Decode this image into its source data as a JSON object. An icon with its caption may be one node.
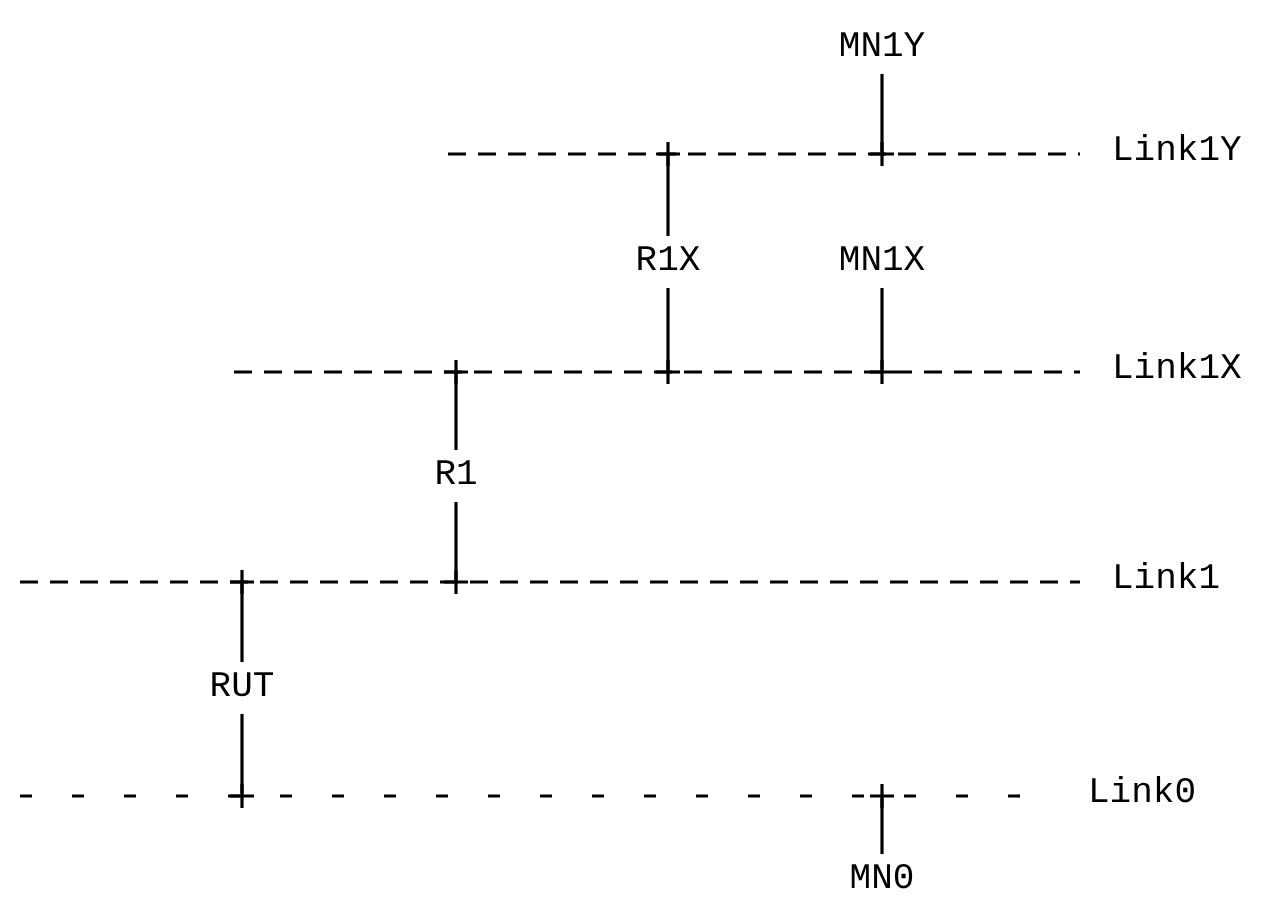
{
  "diagram": {
    "nodes": [
      {
        "text": [
          "MN1Y"
        ]
      },
      {
        "text": [
          "Link1Y"
        ]
      },
      {
        "text": [
          "R1X"
        ]
      },
      {
        "text": [
          "MN1X"
        ]
      },
      {
        "text": [
          "Link1X"
        ]
      },
      {
        "text": [
          "R1"
        ]
      },
      {
        "text": [
          "Link1"
        ]
      },
      {
        "text": [
          "RUT"
        ]
      },
      {
        "text": [
          "Link0"
        ]
      },
      {
        "text": [
          "MN0"
        ]
      }
    ],
    "edges": [
      {
        "from": 0,
        "to": 1,
        "arrow": "none"
      },
      {
        "from": 2,
        "to": 1,
        "arrow": "none"
      },
      {
        "from": 2,
        "to": 4,
        "arrow": "none"
      },
      {
        "from": 3,
        "to": 4,
        "arrow": "none"
      },
      {
        "from": 5,
        "to": 4,
        "arrow": "none"
      },
      {
        "from": 5,
        "to": 6,
        "arrow": "none"
      },
      {
        "from": 7,
        "to": 6,
        "arrow": "none"
      },
      {
        "from": 7,
        "to": 8,
        "arrow": "none"
      },
      {
        "from": 9,
        "to": 8,
        "arrow": "none"
      }
    ]
  }
}
